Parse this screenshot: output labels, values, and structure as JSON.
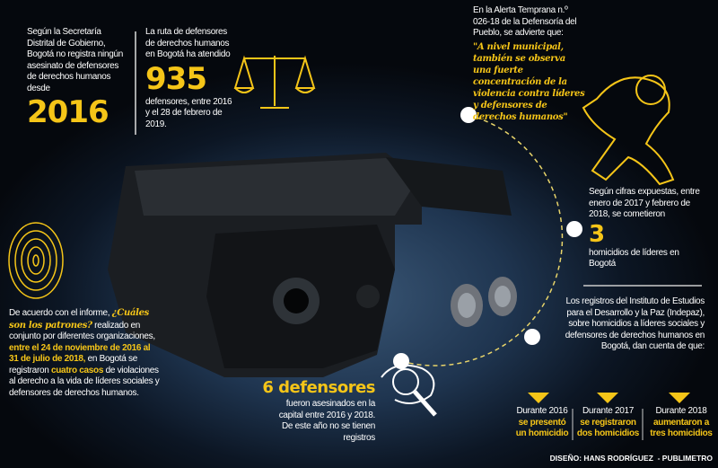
{
  "intro": {
    "text": "Según la Secretaría Distrital de Gobierno, Bogotá no registra ningún asesinato de defensores de derechos humanos desde",
    "year": "2016"
  },
  "route": {
    "text_before": "La ruta de defensores de derechos humanos en Bogotá ha atendido",
    "number": "935",
    "text_after": "defensores, entre 2016 y el 28 de febrero de 2019."
  },
  "alert": {
    "text": "En la Alerta Temprana n.º 026-18 de la Defensoría del Pueblo, se advierte que:",
    "quote": "\"A nivel municipal, también se observa una fuerte concentración de la violencia contra líderes y defensores de derechos humanos\""
  },
  "homicides": {
    "text_before": "Según cifras expuestas, entre enero de 2017 y febrero de 2018, se cometieron",
    "number": "3",
    "text_after": "homicidios de líderes en Bogotá"
  },
  "indepaz": {
    "text": "Los registros del Instituto de Estudios para el Desarrollo y la Paz (Indepaz), sobre homicidios a líderes sociales y defensores de derechos humanos en Bogotá, dan cuenta de que:",
    "years": [
      {
        "label": "Durante 2016",
        "value": "se presentó un homicidio"
      },
      {
        "label": "Durante 2017",
        "value": "se registraron dos homicidios"
      },
      {
        "label": "Durante 2018",
        "value": "aumentaron a tres homicidios"
      }
    ]
  },
  "report": {
    "p1": "De acuerdo con el informe,",
    "title": "¿Cuáles son los patrones?",
    "p2": "realizado en conjunto por diferentes organizaciones,",
    "h1": "entre el 24 de noviembre de 2016 al 31 de julio de 2018,",
    "p3": "en Bogotá se registraron",
    "h2": "cuatro casos",
    "p4": "de violaciones al derecho a la vida de líderes sociales y defensores de derechos humanos."
  },
  "killed": {
    "headline": "6 defensores",
    "text": "fueron asesinados en la capital entre 2016 y 2018. De este año no se tienen registros"
  },
  "credit": "DISEÑO: HANS RODRÍGUEZ  - PUBLIMETRO",
  "colors": {
    "accent": "#f5c518",
    "background": "#0c1624"
  }
}
